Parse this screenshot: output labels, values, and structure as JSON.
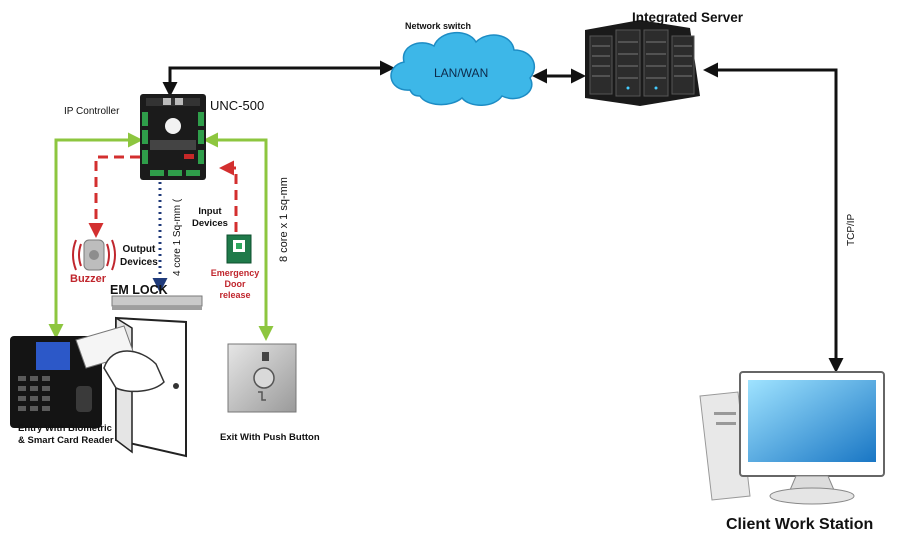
{
  "labels": {
    "integrated_server": "Integrated Server",
    "network_switch": "Network switch",
    "lan_wan": "LAN/WAN",
    "ip_controller": "IP Controller",
    "unc": "UNC-500",
    "input_devices_1": "Input",
    "input_devices_2": "Devices",
    "output_devices_1": "Output",
    "output_devices_2": "Devices",
    "buzzer": "Buzzer",
    "em_lock": "EM LOCK",
    "emergency_1": "Emergency",
    "emergency_2": "Door",
    "emergency_3": "release",
    "cable_4core": "4 core 1 Sq-mm (",
    "cable_8core": "8 core x 1 sq-mm",
    "tcp_ip": "TCP/IP",
    "entry_1": "Entry With Biometric",
    "entry_2": "& Smart Card Reader",
    "exit_push": "Exit With Push Button",
    "client_ws": "Client Work Station"
  },
  "colors": {
    "green_line": "#8dc63f",
    "red_dash": "#d32f2f",
    "blue_dots": "#1f3a7a",
    "cloud_fill": "#3db7e8",
    "black_line": "#111111",
    "buzzer_text": "#c0262d"
  },
  "icons": [
    "server-rack-icon",
    "cloud-icon",
    "controller-board-icon",
    "buzzer-icon",
    "em-lock-icon",
    "emergency-release-icon",
    "biometric-reader-icon",
    "door-icon",
    "push-button-icon",
    "workstation-icon"
  ]
}
